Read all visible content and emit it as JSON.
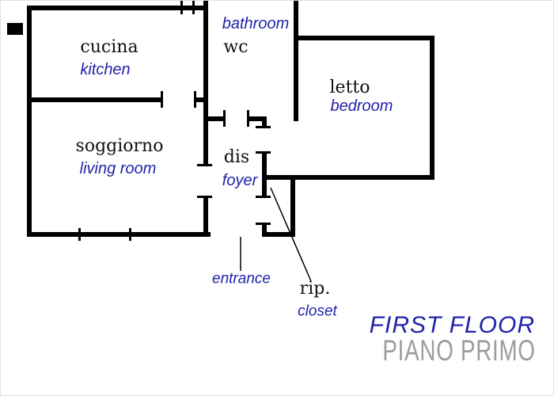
{
  "palette": {
    "wall_black": "#000000",
    "label_black": "#111111",
    "label_blue": "#2222aa",
    "title_blue": "#2222aa",
    "subtitle_gray": "#9c9c9c",
    "background": "#ffffff"
  },
  "rooms": {
    "kitchen": {
      "it": "cucina",
      "en": "kitchen"
    },
    "bathroom": {
      "it": "wc",
      "en": "bathroom"
    },
    "bedroom": {
      "it": "letto",
      "en": "bedroom"
    },
    "living": {
      "it": "soggiorno",
      "en": "living room"
    },
    "foyer": {
      "it": "dis",
      "en": "foyer"
    },
    "closet": {
      "it": "rip.",
      "en": "closet"
    }
  },
  "annotations": {
    "entrance": "entrance"
  },
  "title": {
    "line1": "FIRST FLOOR",
    "line2": "PIANO PRIMO"
  }
}
